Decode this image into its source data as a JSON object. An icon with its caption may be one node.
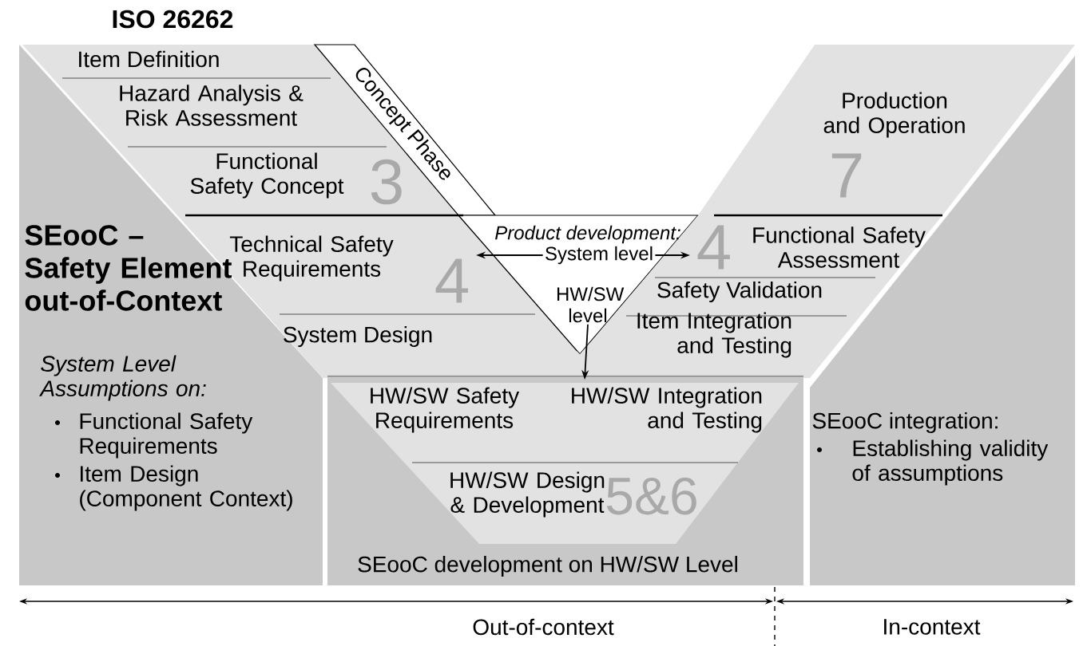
{
  "diagram": {
    "title": "ISO 26262",
    "nodes": [
      {
        "text": [
          "SEooC – Safety Element out-of-Context",
          "System Level Assumptions on:",
          "Functional Safety Requirements",
          "Item  Design (Component Context)"
        ]
      },
      {
        "text": [
          "Item Definition",
          "Hazard Analysis & Risk Assessment",
          "Functional Safety Concept"
        ]
      },
      {
        "text": [
          "Concept Phase"
        ]
      },
      {
        "text": [
          "Technical Safety Requirements",
          "System Design"
        ]
      },
      {
        "text": [
          "Product development:",
          "System level",
          "HW/SW level"
        ]
      },
      {
        "text": [
          "Functional Safety Assessment",
          "Safety Validation",
          "Item Integration and Testing"
        ]
      },
      {
        "text": [
          "Production and Operation"
        ]
      },
      {
        "text": [
          "SEooC development on HW/SW Level"
        ]
      },
      {
        "text": [
          "HW/SW Safety Requirements",
          "HW/SW Integration and Testing",
          "HW/SW Design & Development"
        ],
        "in": 7
      },
      {
        "text": [
          "SEooC integration:",
          "Establishing validity of assumptions"
        ]
      }
    ],
    "edges": [
      {
        "from": 4,
        "to": 3,
        "arrow": "to"
      },
      {
        "from": 4,
        "to": 5,
        "arrow": "to"
      },
      {
        "from": 4,
        "to": 8,
        "arrow": "to"
      }
    ],
    "labels": [
      "3",
      "7",
      "4",
      "4",
      "5&6",
      "Out-of-context",
      "In-context"
    ]
  }
}
